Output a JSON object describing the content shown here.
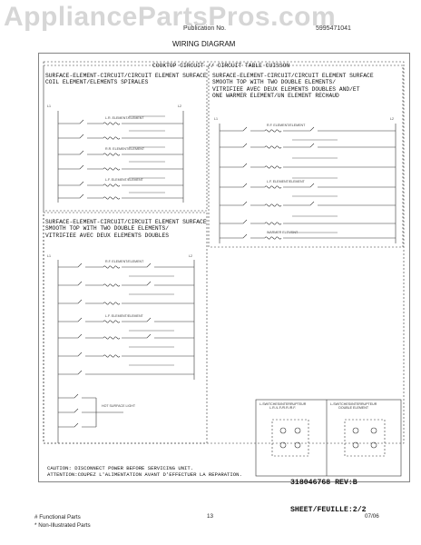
{
  "watermark": "AppliancePartsPros.com",
  "header": {
    "publication_no": "Publication No.",
    "part_no": "5995471041",
    "title": "WIRING DIAGRAM"
  },
  "diagram": {
    "main_title": "COOKTOP CIRCUIT // CIRCUIT TABLE CUISSON",
    "section_coil": "SURFACE-ELEMENT-CIRCUIT/CIRCUIT ELEMENT SURFACE\nCOIL ELEMENT/ELEMENTS SPIRALES",
    "section_smooth_double": "SURFACE-ELEMENT-CIRCUIT/CIRCUIT ELEMENT SURFACE\nSMOOTH TOP WITH TWO DOUBLE ELEMENTS/\nVITRIFIEE AVEC DEUX ELEMENTS DOUBLES AND/ET\nONE WARMER ELEMENT/UN ELEMENT RECHAUD",
    "section_smooth_two": "SURFACE-ELEMENT-CIRCUIT/CIRCUIT ELEMENT SURFACE\nSMOOTH TOP WITH TWO DOUBLE ELEMENTS/\nVITRIFIEE AVEC DEUX ELEMENTS DOUBLES",
    "legend_left": "L-SWITCHES/INTERRUPTEUR\nL.R./L.F./R.R./R.F.",
    "legend_right": "L-SWITCHES/INTERRUPTEUR\nDOUBLE ELEMENT",
    "caution": "CAUTION: DISCONNECT POWER BEFORE SERVICING UNIT.\nATTENTION:COUPEZ L'ALIMENTATION AVANT D'EFFECTUER LA REPARATION.",
    "rev": "318046768 REV:B",
    "sheet": "SHEET/FEUILLE:2/2"
  },
  "footer": {
    "functional": "# Functional Parts",
    "non_illustrated": "* Non-Illustrated Parts",
    "page": "13",
    "date": "07/06"
  }
}
